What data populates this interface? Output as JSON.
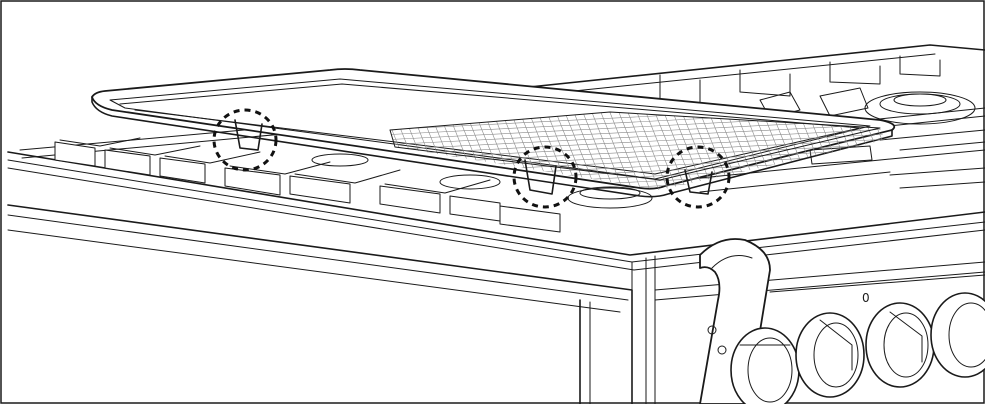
{
  "figure": {
    "subject": "griddle-plate-on-cooktop",
    "callouts": [
      "griddle-foot-callout",
      "griddle-foot-callout",
      "griddle-foot-callout"
    ],
    "knob_indicator": "0",
    "colors": {
      "line": "#1a1a1a",
      "background": "#ffffff"
    }
  }
}
